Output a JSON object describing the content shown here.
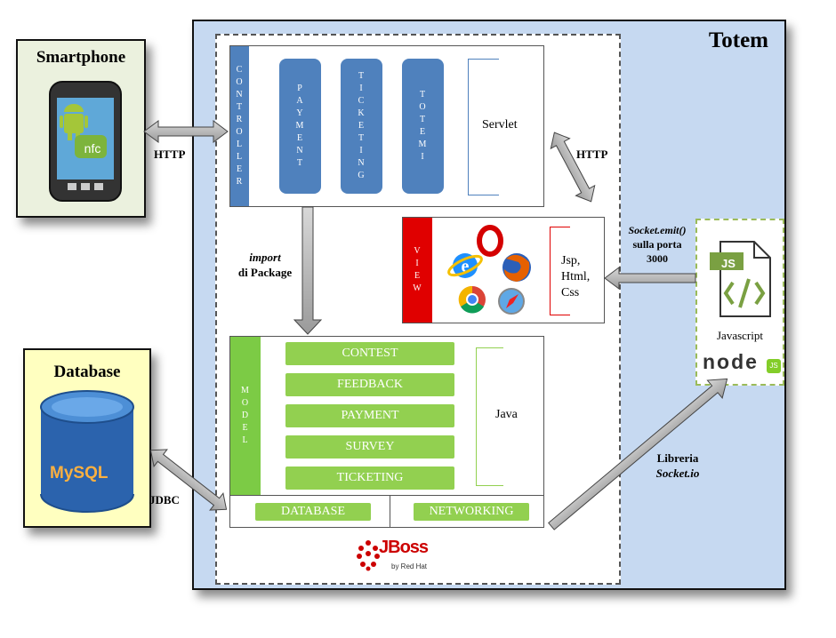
{
  "totem": {
    "title": "Totem"
  },
  "smartphone": {
    "title": "Smartphone",
    "badge": "nfc"
  },
  "database": {
    "title": "Database",
    "logo": "MySQL"
  },
  "controller": {
    "label": [
      "C",
      "O",
      "N",
      "T",
      "R",
      "O",
      "L",
      "L",
      "E",
      "R"
    ],
    "modules": [
      {
        "letters": [
          "P",
          "A",
          "Y",
          "M",
          "E",
          "N",
          "T"
        ]
      },
      {
        "letters": [
          "T",
          "I",
          "C",
          "K",
          "E",
          "T",
          "I",
          "N",
          "G"
        ]
      },
      {
        "letters": [
          "T",
          "O",
          "T",
          "E",
          "M",
          "I"
        ]
      }
    ],
    "servlet": "Servlet"
  },
  "view": {
    "label": [
      "V",
      "I",
      "E",
      "W"
    ],
    "tech_lines": [
      "Jsp,",
      "Html,",
      "Css"
    ]
  },
  "model": {
    "label": [
      "M",
      "O",
      "D",
      "E",
      "L"
    ],
    "items": [
      "CONTEST",
      "FEEDBACK",
      "PAYMENT",
      "SURVEY",
      "TICKETING"
    ],
    "java": "Java",
    "database_btn": "DATABASE",
    "networking_btn": "NETWORKING"
  },
  "javascript": {
    "js_badge": "JS",
    "label": "Javascript",
    "node_logo": "node",
    "node_sub": "JS"
  },
  "connectors": {
    "http_left": "HTTP",
    "http_right": "HTTP",
    "import_line1": "import",
    "import_line2": "di Package",
    "socket_line1": "Socket.emit()",
    "socket_line2": "sulla porta",
    "socket_line3": "3000",
    "libreria_line1": "Libreria",
    "libreria_line2": "Socket.io",
    "jdbc": "JDBC"
  },
  "jboss": {
    "logo": "JBoss",
    "sub": "by Red Hat"
  },
  "colors": {
    "controller_blue": "#4f81bd",
    "view_red": "#e00000",
    "model_green": "#92d050",
    "totem_bg": "#c6d9f1",
    "smartphone_bg": "#ebf1de",
    "database_bg": "#ffffc0"
  }
}
